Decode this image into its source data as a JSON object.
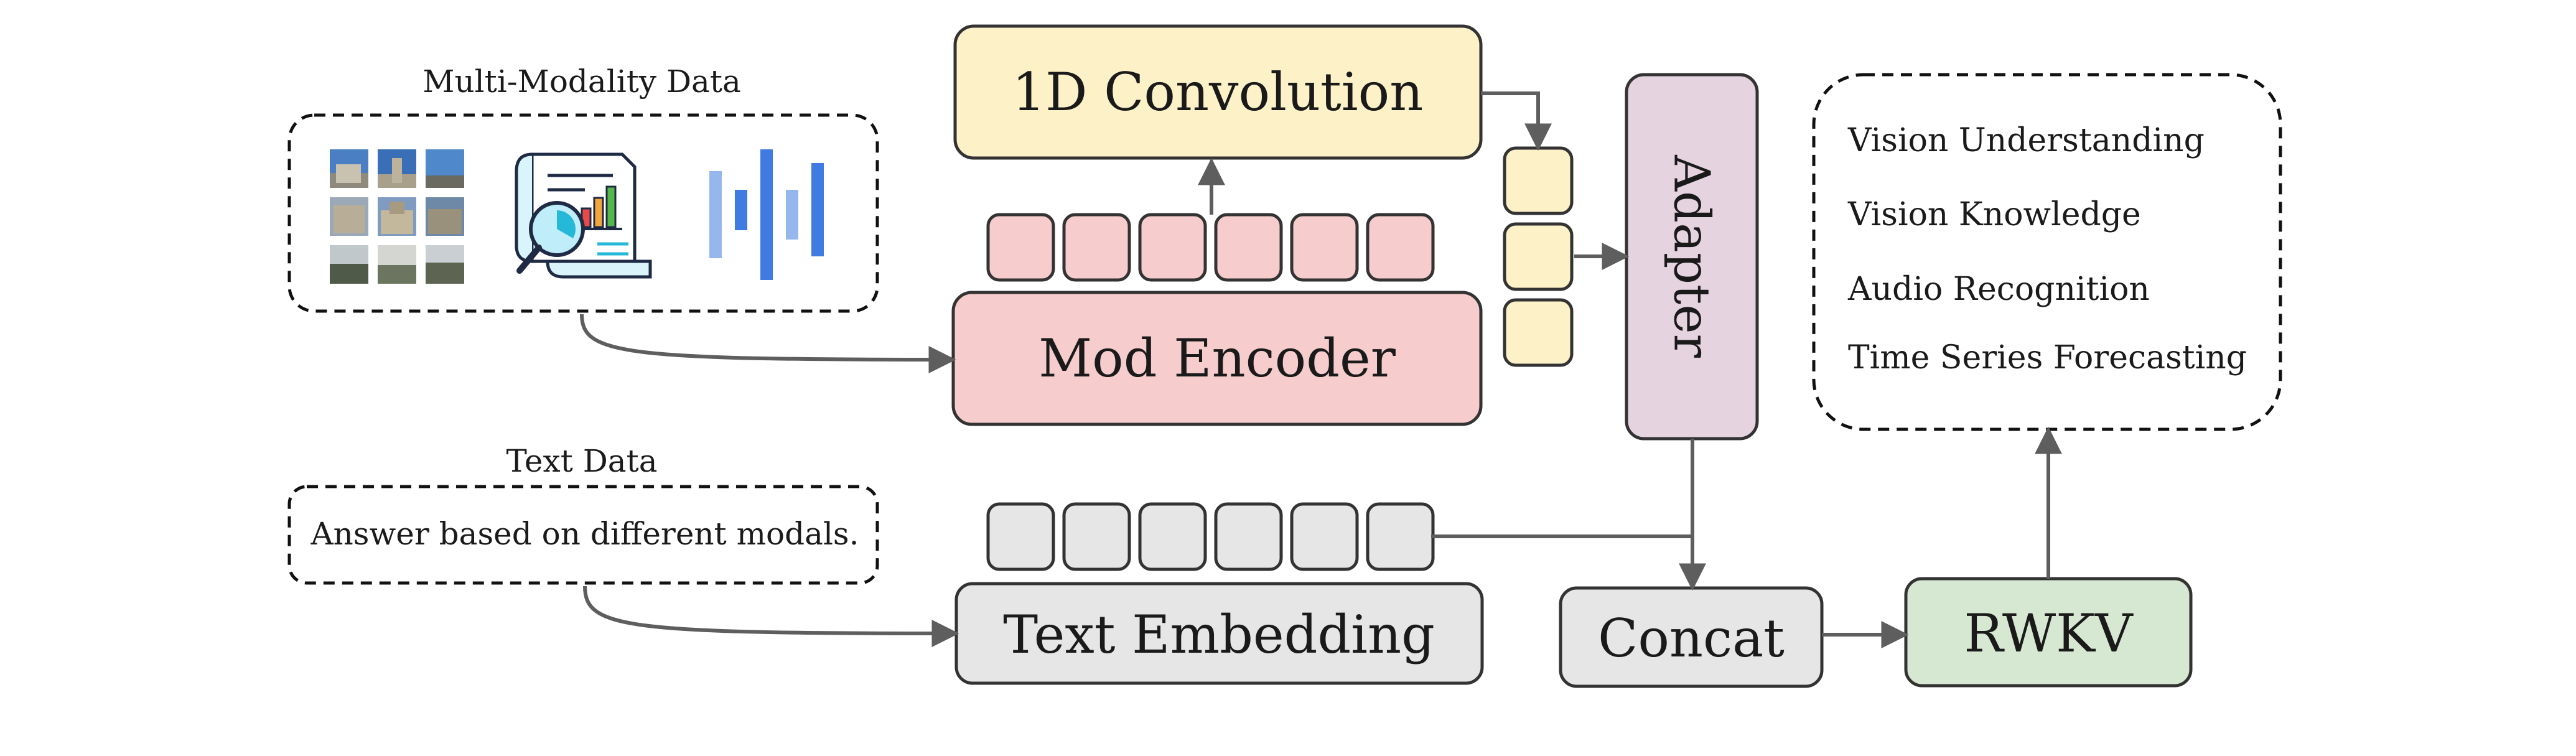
{
  "colors": {
    "conv": "#fdf1c8",
    "encoder": "#f6cccc",
    "adapter": "#e6d3e0",
    "gray": "#e6e6e6",
    "rwkv": "#d6e8d2",
    "arrow": "#5e5e5e",
    "image_sky": "#4a7fc4",
    "wave": "#3f7be0",
    "doc": "#26b8d8"
  },
  "icons": [
    "image-grid-icon",
    "document-chart-icon",
    "audio-waveform-icon"
  ],
  "labels": {
    "multi_modality_title": "Multi-Modality Data",
    "text_data_title": "Text Data",
    "text_data_content": "Answer based on different modals.",
    "conv": "1D Convolution",
    "encoder": "Mod Encoder",
    "adapter": "Adapter",
    "text_embedding": "Text Embedding",
    "concat": "Concat",
    "rwkv": "RWKV"
  },
  "outputs": [
    "Vision Understanding",
    "Vision Knowledge",
    "Audio Recognition",
    "Time Series Forecasting"
  ]
}
